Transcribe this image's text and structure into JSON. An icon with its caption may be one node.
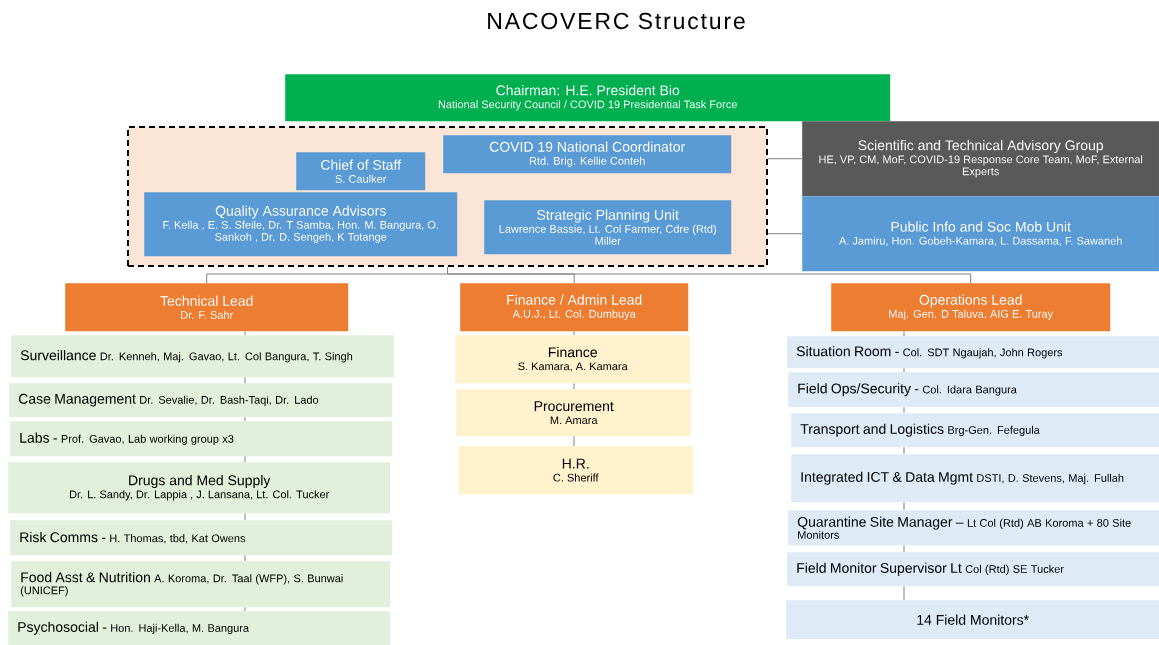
{
  "diagram": {
    "title": "NACOVERC Structure",
    "nodes": [
      {
        "text": [
          "Chairman: H.E. President Bio",
          "National Security Council / COVID 19 Presidential Task Force"
        ]
      },
      {
        "text": [],
        "shape": "box"
      },
      {
        "text": [
          "COVID 19 National Coordinator",
          "Rtd. Brig. Kellie Conteh"
        ],
        "in": 1
      },
      {
        "text": [
          "Chief of Staff",
          "S. Caulker"
        ],
        "in": 1
      },
      {
        "text": [
          "Quality Assurance Advisors",
          "F. Kella , E. S. Sfeile, Dr. T Samba, Hon. M. Bangura, O. Sankoh , Dr. D. Sengeh, K Totange"
        ],
        "in": 1
      },
      {
        "text": [
          "Strategic Planning Unit",
          "Lawrence Bassie,  Lt. Col Farmer, Cdre (Rtd) Miller"
        ],
        "in": 1
      },
      {
        "text": [
          "Scientific and Technical Advisory Group",
          "HE, VP, CM, MoF, COVID-19 Response Core Team, MoF, External Experts"
        ]
      },
      {
        "text": [
          "Public Info and Soc Mob Unit",
          "A. Jamiru, Hon. Gobeh-Kamara, L. Dassama, F. Sawaneh"
        ]
      },
      {
        "text": [
          "Technical  Lead",
          "Dr. F. Sahr"
        ]
      },
      {
        "text": [
          "Surveillance",
          "Dr. Kenneh, Maj. Gavao, Lt. Col Bangura, T. Singh"
        ]
      },
      {
        "text": [
          "Case Management",
          "Dr. Sevalie, Dr. Bash-Taqi, Dr. Lado"
        ]
      },
      {
        "text": [
          "Labs -",
          "Prof. Gavao, Lab working group x3"
        ]
      },
      {
        "text": [
          "Drugs and Med Supply",
          "Dr. L. Sandy, Dr. Lappia , J. Lansana, Lt. Col. Tucker"
        ]
      },
      {
        "text": [
          "Risk Comms -",
          "H. Thomas, tbd, Kat Owens"
        ]
      },
      {
        "text": [
          "Food Asst & Nutrition",
          "A. Koroma, Dr. Taal (WFP), S. Bunwai (UNICEF)"
        ]
      },
      {
        "text": [
          "Psychosocial -",
          "Hon. Haji-Kella, M. Bangura"
        ]
      },
      {
        "text": [
          "Finance / Admin Lead",
          "A.U.J., Lt. Col. Dumbuya"
        ]
      },
      {
        "text": [
          "Finance",
          "S. Kamara, A. Kamara"
        ]
      },
      {
        "text": [
          "Procurement",
          "M. Amara"
        ]
      },
      {
        "text": [
          "H.R.",
          "C. Sheriff"
        ]
      },
      {
        "text": [
          "Operations Lead",
          "Maj. Gen. D Taluva, AIG E. Turay"
        ]
      },
      {
        "text": [
          "Situation Room -",
          "Col. SDT Ngaujah, John Rogers"
        ]
      },
      {
        "text": [
          "Field Ops/Security -",
          "Col. Idara Bangura"
        ]
      },
      {
        "text": [
          "Transport and Logistics",
          "Brg-Gen. Fefegula"
        ]
      },
      {
        "text": [
          "Integrated ICT & Data Mgmt",
          "DSTI, D. Stevens, Maj. Fullah"
        ]
      },
      {
        "text": [
          "Quarantine Site Manager –",
          "Lt Col (Rtd) AB Koroma + 80 Site Monitors"
        ]
      },
      {
        "text": [
          "Field Monitor Supervisor Lt",
          "Col (Rtd) SE Tucker"
        ]
      },
      {
        "text": [
          "14 Field Monitors*"
        ]
      }
    ],
    "edges": [
      {
        "from": 1,
        "to": 6,
        "arrow": "none"
      },
      {
        "from": 1,
        "to": 7,
        "arrow": "none"
      },
      {
        "from": 1,
        "to": 8,
        "arrow": "none"
      },
      {
        "from": 1,
        "to": 16,
        "arrow": "none"
      },
      {
        "from": 1,
        "to": 20,
        "arrow": "none"
      },
      {
        "from": 8,
        "to": 9,
        "arrow": "none"
      },
      {
        "from": 9,
        "to": 10,
        "arrow": "none"
      },
      {
        "from": 10,
        "to": 11,
        "arrow": "none"
      },
      {
        "from": 11,
        "to": 12,
        "arrow": "none"
      },
      {
        "from": 12,
        "to": 13,
        "arrow": "none"
      },
      {
        "from": 13,
        "to": 14,
        "arrow": "none"
      },
      {
        "from": 14,
        "to": 15,
        "arrow": "none"
      },
      {
        "from": 16,
        "to": 17,
        "arrow": "none"
      },
      {
        "from": 17,
        "to": 18,
        "arrow": "none"
      },
      {
        "from": 18,
        "to": 19,
        "arrow": "none"
      },
      {
        "from": 20,
        "to": 21,
        "arrow": "none"
      },
      {
        "from": 21,
        "to": 22,
        "arrow": "none"
      },
      {
        "from": 22,
        "to": 23,
        "arrow": "none"
      },
      {
        "from": 23,
        "to": 24,
        "arrow": "none"
      },
      {
        "from": 24,
        "to": 25,
        "arrow": "none"
      },
      {
        "from": 25,
        "to": 26,
        "arrow": "none"
      },
      {
        "from": 26,
        "to": 27,
        "arrow": "none"
      }
    ]
  }
}
